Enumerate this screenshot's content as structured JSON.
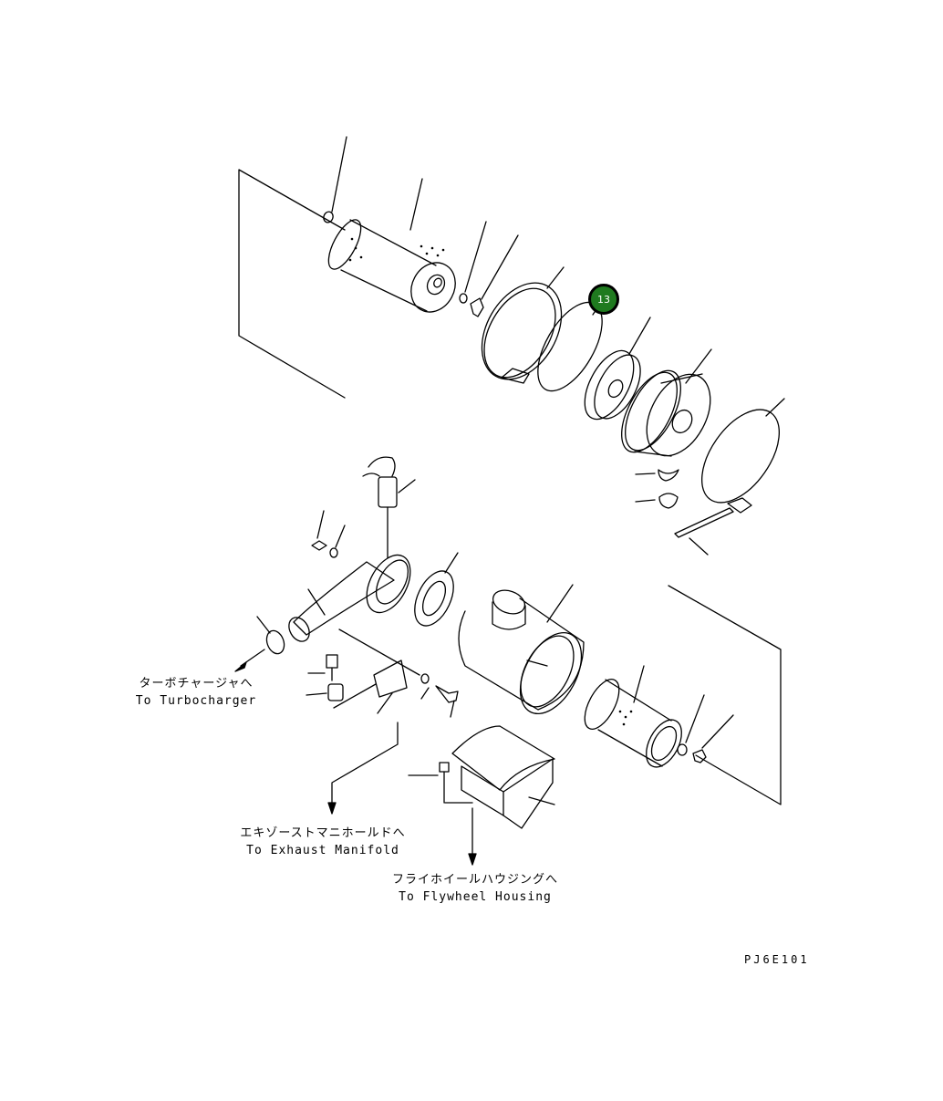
{
  "labels": {
    "turbocharger_jp": "ターボチャージャへ",
    "turbocharger_en": "To Turbocharger",
    "exhaust_jp": "エキゾーストマニホールドへ",
    "exhaust_en": "To Exhaust Manifold",
    "flywheel_jp": "フライホイールハウジングへ",
    "flywheel_en": "To Flywheel Housing"
  },
  "drawing_number": "PJ6E101",
  "callout": {
    "number": "13",
    "color": "#1f7a1f"
  }
}
